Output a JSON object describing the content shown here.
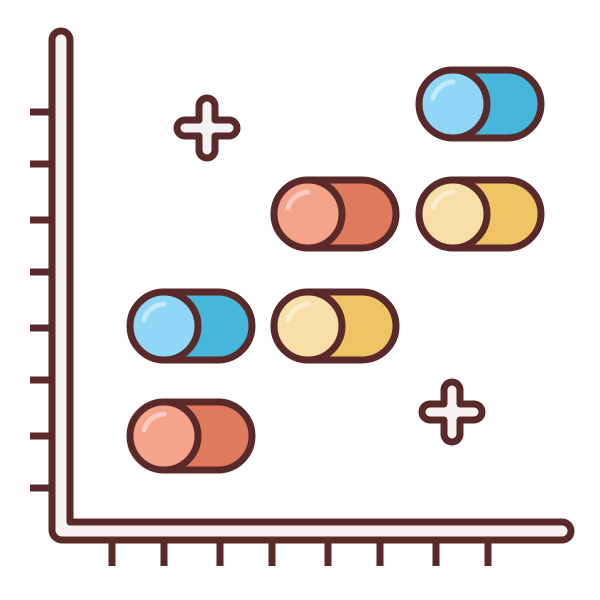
{
  "icon": {
    "name": "chart-pills-icon",
    "colors": {
      "outline": "#5a2a2a",
      "axis_fill": "#f6f2f2",
      "background": "#ffffff",
      "blue_light": "#8fd6f7",
      "blue_dark": "#47b6db",
      "orange_light": "#f5a38b",
      "orange_dark": "#df7a5c",
      "yellow_light": "#f8dea7",
      "yellow_dark": "#efc465",
      "plus_fill": "#f6f2f2"
    },
    "pills": [
      {
        "color": "blue"
      },
      {
        "color": "orange"
      },
      {
        "color": "yellow"
      },
      {
        "color": "blue"
      },
      {
        "color": "yellow"
      },
      {
        "color": "orange"
      }
    ],
    "sparkles": 2,
    "y_ticks": 8,
    "x_ticks": 8
  }
}
